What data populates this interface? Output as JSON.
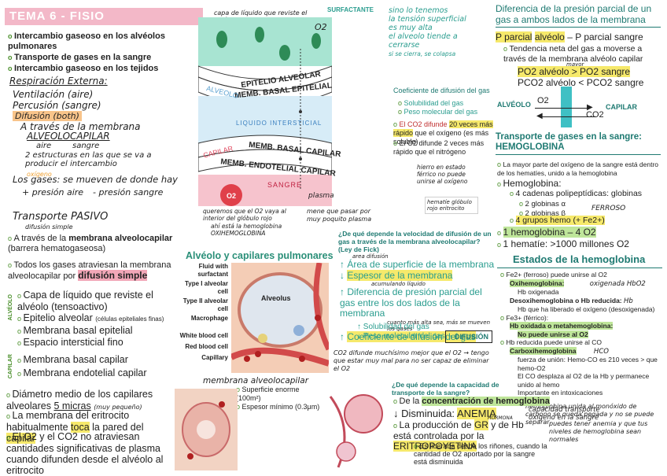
{
  "left": {
    "title": "TEMA 6 - FISIO RESPIRATORIA II",
    "intro": [
      "Intercambio gaseoso en los alvéolos pulmonares",
      "Transporte de gases en la sangre",
      "Intercambio gaseoso en los tejidos"
    ],
    "resp_externa": "Respiración Externa:",
    "ventilacion": "Ventilación (aire)",
    "percusion": "Percusión (sangre)",
    "difusion": "Difusión (both)",
    "traves": "A través de la membrana",
    "alveolocapilar": "ALVEOLOCAPILAR",
    "aire": "aire",
    "sangre": "sangre",
    "estructuras": "2 estructuras en las que se va a producir el intercambio",
    "oxigeno": "oxígeno",
    "los_gases": "Los gases: se mueven de donde hay",
    "presion_aire": "+ presión aire",
    "presion_sangre": "- presión sangre",
    "transporte_pasivo": "Transporte PASIVO",
    "difusion_simple_note": "difusión simple",
    "atraves": "A través de la",
    "membrana_alveolo": "membrana alveolocapilar",
    "barrera": "(barrera hematogaseosa)",
    "todos": "Todos los gases atraviesan la membrana alveolocapilar por",
    "difusion_simple": "difusión simple",
    "alveolo_tag": "ALVÉOLO",
    "capilar_tag": "CAPILAR",
    "alveolo_items": [
      "Capa de líquido que reviste el alvéolo (tensoactivo)",
      "Epitelio alveolar",
      "Membrana basal epitelial",
      "Espacio intersticial fino"
    ],
    "alveolo_small": "(células epiteliales finas)",
    "capilar_items": [
      "Membrana basal capilar",
      "Membrana endotelial capilar"
    ],
    "diametro": "Diámetro medio de los capilares alveolares",
    "micras": "5 micras",
    "muy_peq": "(muy pequeño)",
    "membrana_eritrocito": "La membrana del eritrocito habitualmente",
    "toca": "toca",
    "pared": "la pared del",
    "capilar": "capilar",
    "o2co2": "El O2 y el CO2 no atraviesan cantidades significativas de plasma cuando difunden desde el alvéolo al eritrocito"
  },
  "diagram": {
    "capa_label": "capa de líquido que reviste el alvéolo",
    "o2": "O2",
    "epitelio": "EPITELIO ALVEOLAR",
    "memb_basal_epi": "MEMB. BASAL EPITELIAL",
    "alveolo": "ALVEOLO",
    "liquido": "LIQUIDO INTERSTICIAL",
    "capilar": "CAPILAR",
    "memb_basal_cap": "MEMB. BASAL CAPILAR",
    "memb_endo": "MEMB. ENDOTELIAL CAPILAR",
    "sangre": "SANGRE",
    "plasma": "plasma",
    "o2b": "O2",
    "queremos": "queremos que el O2 vaya al interior del glóbulo rojo",
    "queremos2": "ahí está la hemoglobina",
    "oxihemo": "OXIHEMOGLOBINA",
    "mene": "mene que pasar por muy poquito plasma"
  },
  "surfactante": {
    "label": "SURFACTANTE",
    "lines": [
      "sino lo tenemos",
      "la tensión superficial",
      "es muy alta",
      "el alveolo tiende a",
      "cerrarse",
      "si se cierra, se colapsa"
    ]
  },
  "coef": {
    "title": "Coeficiente de difusión del gas",
    "items": [
      "Solubilidad del gas",
      "Peso molecular del gas"
    ],
    "co2": "El CO2 difunde",
    "co2_hl": "20 veces más rápido",
    "co2_rest": "que el oxígeno (es más soluble)",
    "o2": "El O2 difunde 2 veces más rápido que el nitrógeno"
  },
  "hierro": {
    "text": "hierro en estado férrico no puede unirse al oxígeno",
    "hematie": "hematíe glóbulo rojo eritrocito"
  },
  "presion": {
    "title": "Diferencia de la presión parcial de un gas a ambos lados de la membrana",
    "formula": "P parcial",
    "alveolo": "alvéolo",
    "formula_rest": "– P parcial sangre",
    "tendencia": "Tendencia neta del gas a moverse a través de la membrana alvéolo capilar",
    "mayor": "mayor",
    "po2": "PO2 alvéolo > PO2 sangre",
    "pco2": "PCO2 alvéolo < PCO2 sangre",
    "alveolo_label": "ALVÉOLO",
    "capilar_label": "CAPILAR",
    "o2": "O2",
    "co2": "CO2"
  },
  "transporte": {
    "title": "Transporte de gases en la sangre: HEMOGLOBINA",
    "mayor_parte": "La mayor parte del oxígeno de la sangre está dentro de los hematíes, unido a la hemoglobina",
    "hemoglobina": "Hemoglobina:",
    "cadenas": "4 cadenas polipeptídicas: globinas",
    "alfa": "2 globinas α",
    "beta": "2 globinas β",
    "ferroso": "FERROSO",
    "grupos": "4 grupos hemo (+ Fe2+)",
    "uno": "1 hemoglobina – 4 O2",
    "hematie": "1 hematíe: >1000 millones O2"
  },
  "estados": {
    "title": "Estados de la hemoglobina",
    "fe2": "Fe2+ (ferroso) puede unirse al O2",
    "oxi": "Oxihemoglobina:",
    "oxi_hand": "oxigenada HbO2",
    "hb_ox": "Hb oxigenada",
    "desoxi": "Desoxihemoglobina o Hb reducida:",
    "desoxi_hand": "Hb",
    "desoxi_sub": "Hb que ha liberado el oxígeno (desoxigenada)",
    "fe3": "Fe3+ (férrico):",
    "metahemo": "Hb oxidada o metahemoglobina:",
    "no_puede": "No puede unirse al O2",
    "hbco": "Hb reducida puede unirse al CO",
    "carboxi": "Carboxihemoglobina",
    "hco": "HCO",
    "fuerza": "fuerza de unión: Hemo-CO es 210 veces > que hemo-O2",
    "co_desplaza": "El CO desplaza al O2 de la Hb y permanece unido al hemo",
    "intox": "Importante en intoxicaciones",
    "hand_note": "hemoglobina unida al monóxido de carbono se queda pegada y no se puede separar"
  },
  "velocidad": {
    "question": "¿De qué depende la velocidad de difusión de un gas a través de la membrana alveolocapilar? (Ley de Fick)",
    "area_note": "area difusión",
    "items": [
      "Área de superficie de la membrana",
      "Espesor de la membrana",
      "Diferencia de presión parcial del gas entre los dos lados de la membrana",
      "Coeficiente de difusión del gas"
    ],
    "espesor_note": "acumulando líquido",
    "presion_note": "cuanto más alta sea, más se mueven los gases",
    "sub": [
      "Solubilidad del gas",
      "Peso molecular del gas"
    ],
    "difusion_badge": "DIFUSIÓN",
    "co2_hand": "CO2 difunde muchísimo mejor que el O2 → tengo que estar muy mal para no ser capaz de eliminar el O2"
  },
  "alveolo_img": {
    "title": "Alvéolo y capilares pulmonares",
    "labels": [
      "Fluid with surfactant",
      "Type I alveolar cell",
      "Type II alveolar cell",
      "Macrophage",
      "White blood cell",
      "Red blood cell",
      "Capillary"
    ],
    "alveolus": "Alveolus"
  },
  "membrana_img": {
    "title": "membrana alveolocapilar",
    "items": [
      "Superficie enorme (100m²)",
      "Espesor mínimo (0.3μm)"
    ]
  },
  "capacidad": {
    "question": "¿De qué depende la capacidad de transporte de la sangre?",
    "concentracion": "De la",
    "concentracion_b": "concentración de hemoglobina",
    "disminuida": "Disminuida:",
    "anemia": "ANEMIA",
    "capacidad_hand": "capacidad transporte oxígeno en la sangre",
    "produccion": "La producción de",
    "gr": "GR",
    "y_hb": "y de Hb está controlada por la",
    "eritro": "ERITROPOYETINA",
    "hormona": "HORMONA",
    "liberada": "Es liberada desde los riñones, cuando la cantidad de O2 aportado por la sangre está disminuida",
    "hand": "puedes tener anemia y que tus niveles de hemoglobina sean normales"
  }
}
